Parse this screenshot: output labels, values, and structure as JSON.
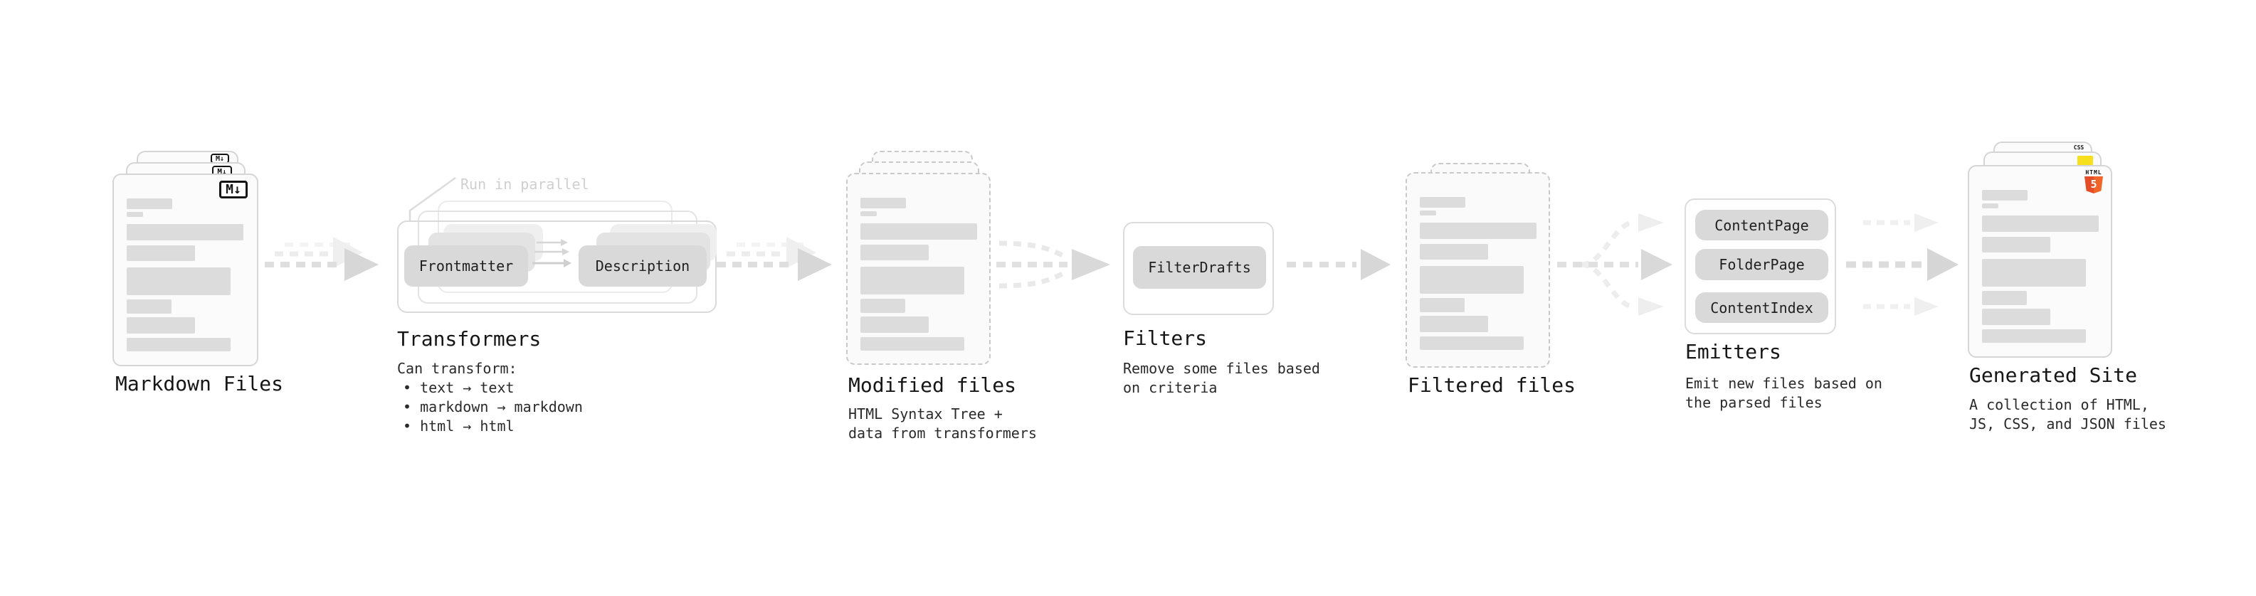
{
  "stages": {
    "markdown": {
      "title": "Markdown Files",
      "badge": "M↓"
    },
    "transformers": {
      "title": "Transformers",
      "note": "Run in parallel",
      "pill_left": "Frontmatter",
      "pill_right": "Description",
      "sub_heading": "Can transform:",
      "bullets": [
        "• text → text",
        "• markdown → markdown",
        "• html → html"
      ]
    },
    "modified": {
      "title": "Modified files",
      "sub": [
        "HTML Syntax Tree +",
        "data from transformers"
      ]
    },
    "filters": {
      "title": "Filters",
      "pill": "FilterDrafts",
      "sub": [
        "Remove some files based",
        "on criteria"
      ]
    },
    "filtered": {
      "title": "Filtered files"
    },
    "emitters": {
      "title": "Emitters",
      "pills": [
        "ContentPage",
        "FolderPage",
        "ContentIndex"
      ],
      "sub": [
        "Emit new files based on",
        "the parsed files"
      ]
    },
    "generated": {
      "title": "Generated Site",
      "sub": [
        "A collection of HTML,",
        "JS, CSS, and JSON files"
      ],
      "badge_html_label": "HTML",
      "badge_html_number": "5",
      "badge_css_label": "CSS"
    }
  },
  "colors": {
    "html5_orange": "#e44d26",
    "html5_orange_light": "#f16529",
    "js_yellow": "#f7df1e",
    "css_blue": "#2563eb",
    "placeholder_bar": "#dcdcdc",
    "pill_gray": "#d9d9d9",
    "note_gray": "#cfcfcf"
  }
}
